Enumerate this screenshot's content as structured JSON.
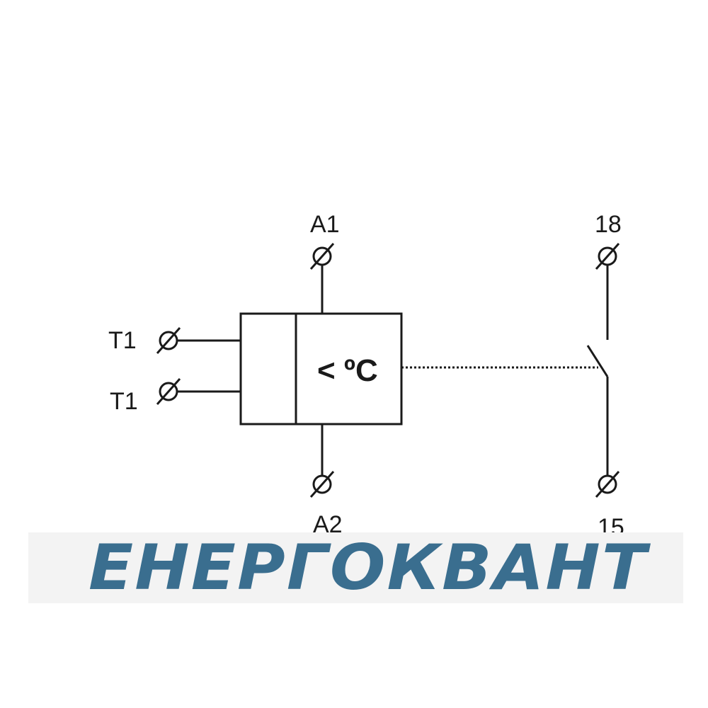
{
  "terminals": {
    "a1": "A1",
    "a2": "A2",
    "t1_top": "T1",
    "t1_bottom": "T1",
    "no_contact": "18",
    "common": "15"
  },
  "relay": {
    "function_symbol": "< ºC"
  },
  "brand": {
    "name": "ЕНЕРГОКВАНТ",
    "color": "#3a6e8f"
  }
}
